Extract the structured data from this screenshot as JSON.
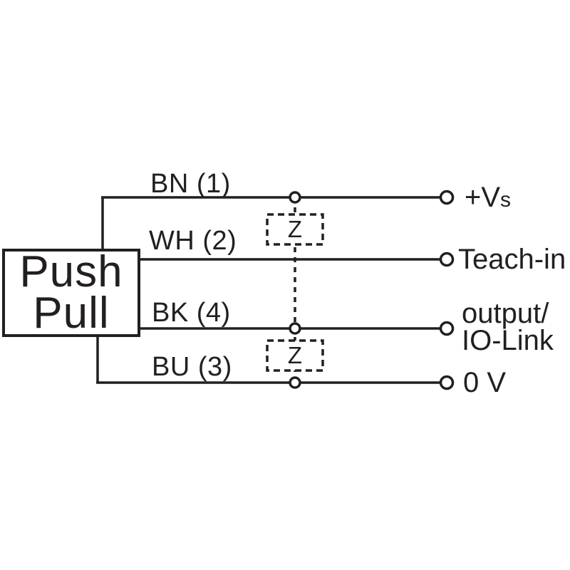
{
  "colors": {
    "stroke": "#231f20",
    "background": "#ffffff"
  },
  "device": {
    "line1": "Push",
    "line2": "Pull"
  },
  "wires": [
    {
      "label": "BN (1)",
      "terminal_main": "+V",
      "terminal_sub": "s"
    },
    {
      "label": "WH (2)",
      "terminal": "Teach-in"
    },
    {
      "label": "BK (4)",
      "terminal_line1": "output/",
      "terminal_line2": "IO-Link"
    },
    {
      "label": "BU (3)",
      "terminal": "0 V"
    }
  ],
  "suppressor": {
    "symbol": "Z"
  }
}
